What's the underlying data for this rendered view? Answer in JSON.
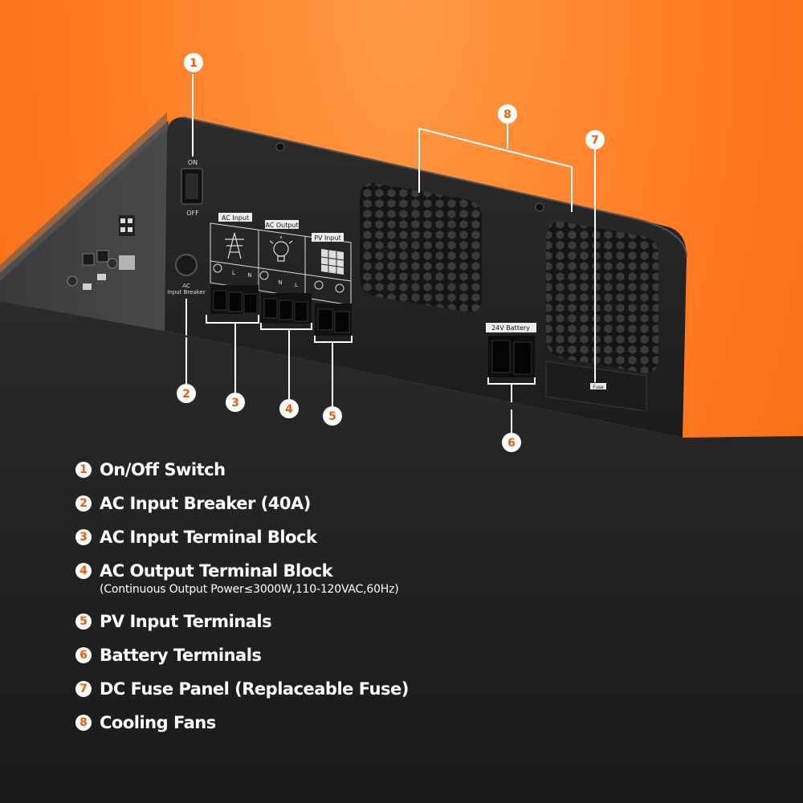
{
  "device": {
    "switch": {
      "on": "ON",
      "off": "OFF"
    },
    "breaker_label_line1": "AC",
    "breaker_label_line2": "Input Breaker",
    "ac_input_tag": "AC Input",
    "ac_output_tag": "AC Output",
    "pv_input_tag": "PV Input",
    "terminal_marks": [
      "L",
      "N",
      "N",
      "L"
    ],
    "battery_tag": "24V Battery",
    "fuse_tag": "Fuse"
  },
  "callouts": [
    "1",
    "2",
    "3",
    "4",
    "5",
    "6",
    "7",
    "8"
  ],
  "legend": [
    {
      "num": "1",
      "label": "On/Off Switch"
    },
    {
      "num": "2",
      "label": "AC Input Breaker (40A)"
    },
    {
      "num": "3",
      "label": "AC Input Terminal Block"
    },
    {
      "num": "4",
      "label": "AC Output Terminal Block",
      "sub": "(Continuous Output Power≤3000W,110-120VAC,60Hz)"
    },
    {
      "num": "5",
      "label": "PV Input Terminals"
    },
    {
      "num": "6",
      "label": "Battery Terminals"
    },
    {
      "num": "7",
      "label": "DC Fuse Panel (Replaceable Fuse)"
    },
    {
      "num": "8",
      "label": "Cooling Fans"
    }
  ],
  "colors": {
    "accent": "#f26a13",
    "background": "#ff7a22",
    "device": "#242424",
    "text": "#ffffff"
  }
}
